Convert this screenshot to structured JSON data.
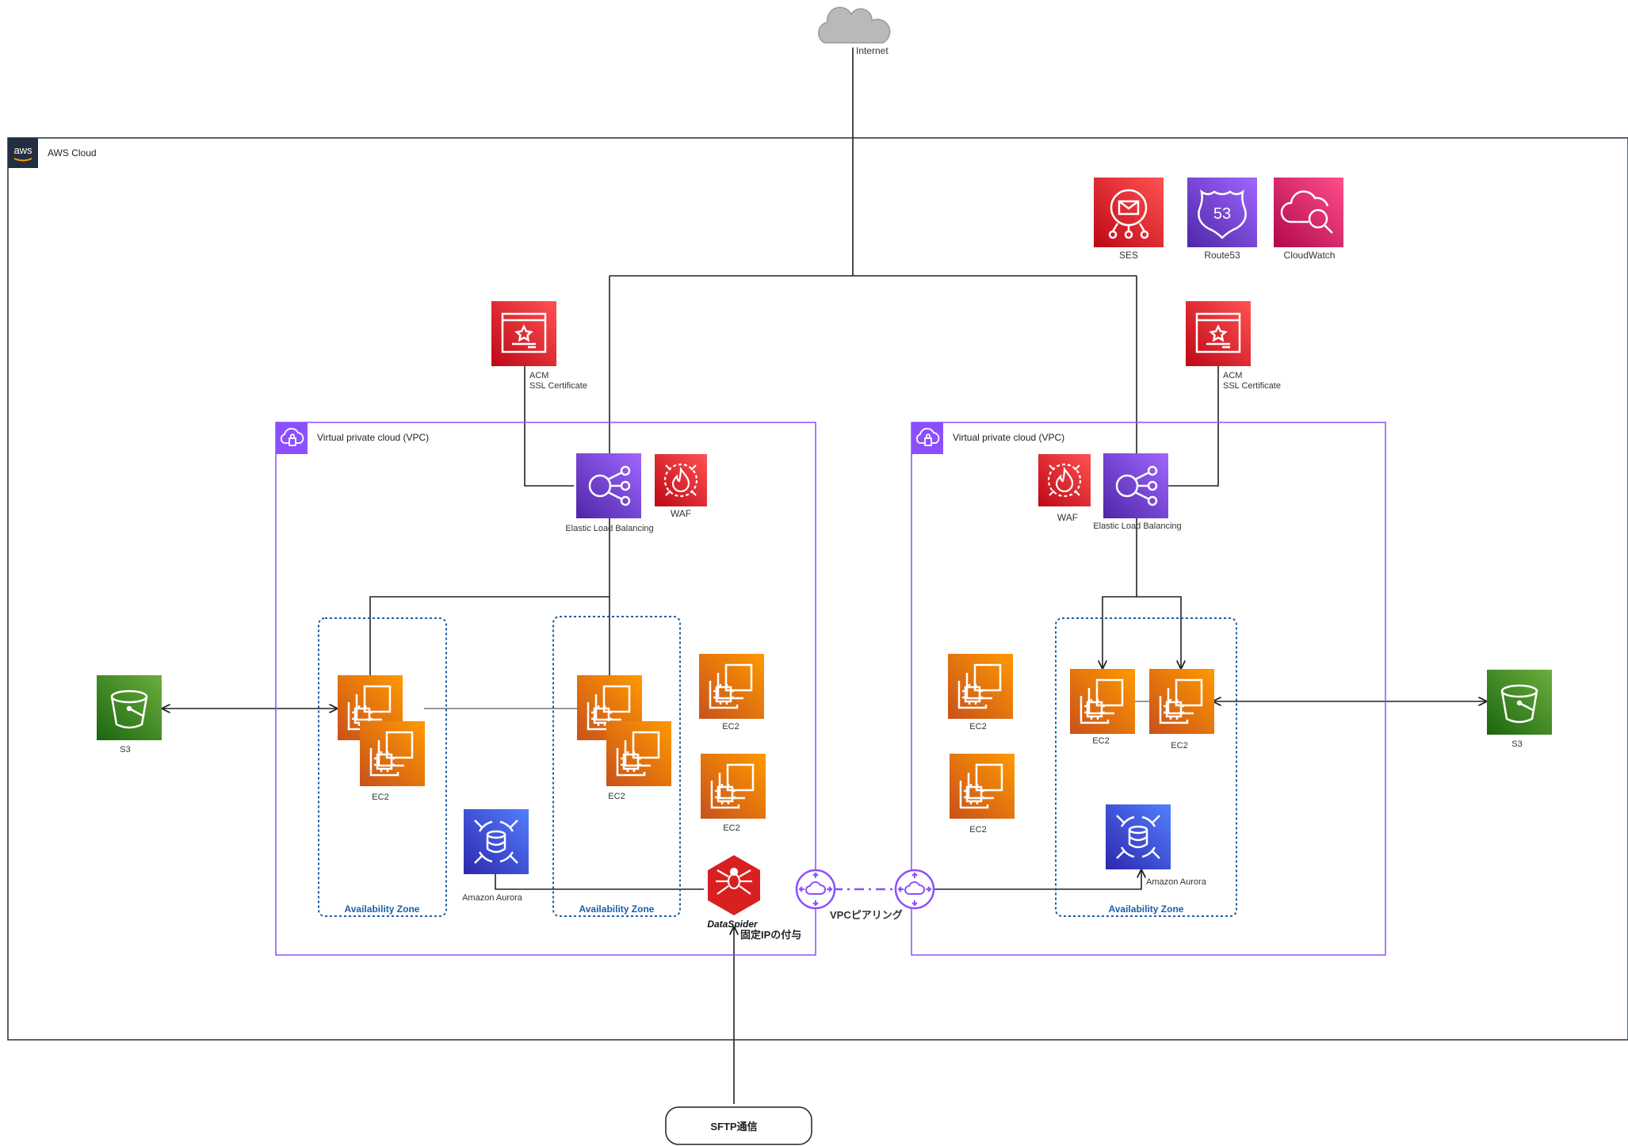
{
  "internet": {
    "label": "Internet"
  },
  "aws_cloud": {
    "label": "AWS Cloud",
    "logo_text": "aws"
  },
  "global_services": [
    {
      "label": "SES",
      "icon": "ses-icon",
      "color": "#dd344c"
    },
    {
      "label": "Route53",
      "icon": "route53-icon",
      "color": "#8c4fff"
    },
    {
      "label": "CloudWatch",
      "icon": "cloudwatch-icon",
      "color": "#e7157b"
    }
  ],
  "left_side": {
    "acm": {
      "line1": "ACM",
      "line2": "SSL Certificate"
    },
    "vpc_label": "Virtual private cloud (VPC)",
    "elb_label": "Elastic Load Balancing",
    "waf_label": "WAF",
    "az1_label": "Availability Zone",
    "az2_label": "Availability Zone",
    "ec2_az1": "EC2",
    "ec2_az2": "EC2",
    "ec2_outside_1": "EC2",
    "ec2_outside_2": "EC2",
    "aurora_label": "Amazon Aurora",
    "s3_label": "S3",
    "dataspider_label": "DataSpider",
    "fixed_ip_label": "固定IPの付与"
  },
  "right_side": {
    "acm": {
      "line1": "ACM",
      "line2": "SSL Certificate"
    },
    "vpc_label": "Virtual private cloud (VPC)",
    "elb_label": "Elastic Load Balancing",
    "waf_label": "WAF",
    "az_label": "Availability Zone",
    "ec2_az_1": "EC2",
    "ec2_az_2": "EC2",
    "ec2_outside_1": "EC2",
    "ec2_outside_2": "EC2",
    "aurora_label": "Amazon Aurora",
    "s3_label": "S3"
  },
  "vpc_peering_label": "VPCピアリング",
  "sftp_label": "SFTP通信",
  "colors": {
    "compute": "#ed7100",
    "storage": "#3f8624",
    "database": "#3334b9",
    "security": "#dd344c",
    "network": "#8c4fff",
    "az_border": "#1a5fa8",
    "vpc_border": "#8c4fff",
    "dataspider": "#d92020"
  }
}
